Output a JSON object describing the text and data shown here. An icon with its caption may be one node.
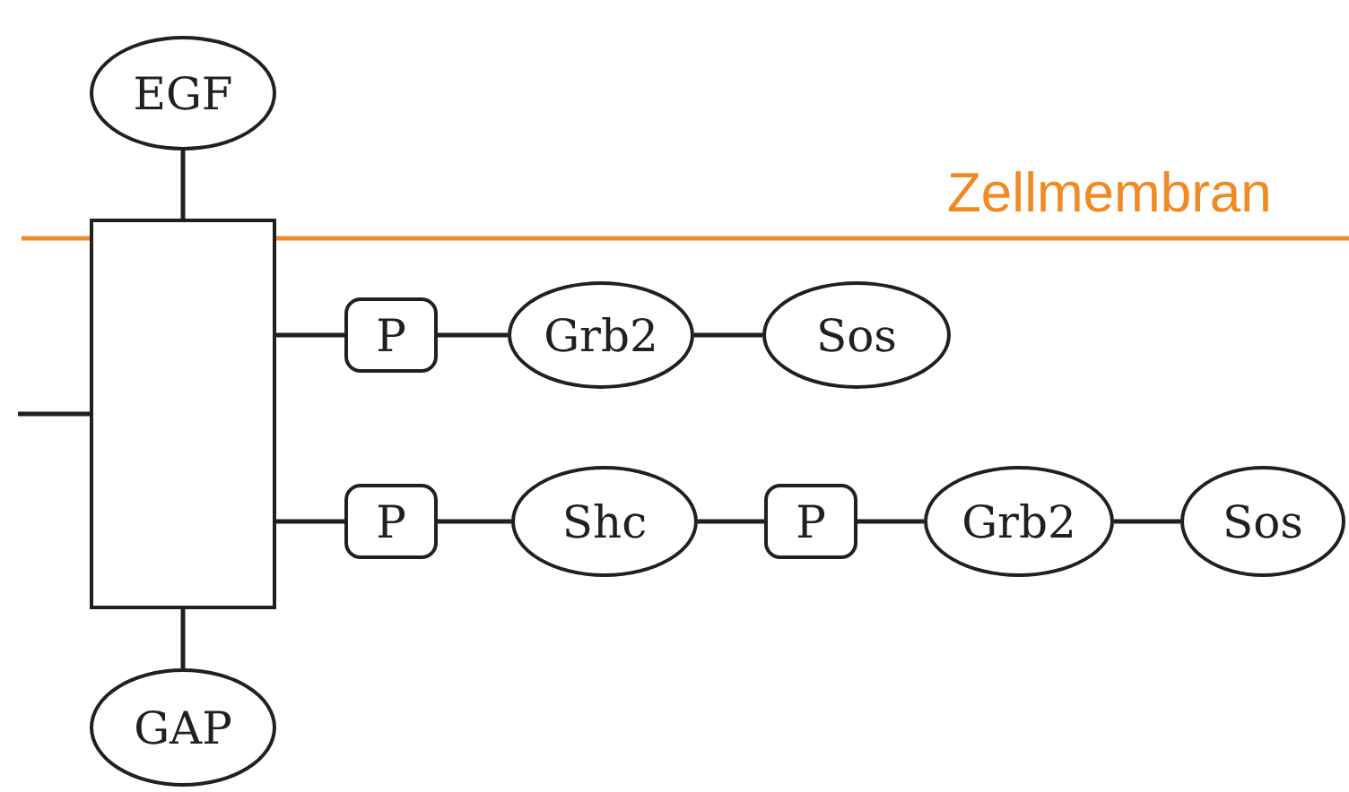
{
  "diagram": {
    "nodes": [
      {
        "text": [
          "EGF"
        ]
      },
      {
        "text": [],
        "shape": "box"
      },
      {
        "text": [
          "P"
        ]
      },
      {
        "text": [
          "Grb2"
        ]
      },
      {
        "text": [
          "Sos"
        ]
      },
      {
        "text": [
          "P"
        ]
      },
      {
        "text": [
          "Shc"
        ]
      },
      {
        "text": [
          "P"
        ]
      },
      {
        "text": [
          "Grb2"
        ]
      },
      {
        "text": [
          "Sos"
        ]
      },
      {
        "text": [
          "GAP"
        ]
      }
    ],
    "edges": [
      {
        "from": 0,
        "to": 1,
        "arrow": "none"
      },
      {
        "from": null,
        "to": 1,
        "arrow": "none"
      },
      {
        "from": 1,
        "to": 2,
        "arrow": "none"
      },
      {
        "from": 2,
        "to": 3,
        "arrow": "none"
      },
      {
        "from": 3,
        "to": 4,
        "arrow": "none"
      },
      {
        "from": 1,
        "to": 5,
        "arrow": "none"
      },
      {
        "from": 5,
        "to": 6,
        "arrow": "none"
      },
      {
        "from": 6,
        "to": 7,
        "arrow": "none"
      },
      {
        "from": 7,
        "to": 8,
        "arrow": "none"
      },
      {
        "from": 8,
        "to": 9,
        "arrow": "none"
      },
      {
        "from": 1,
        "to": 10,
        "arrow": "none"
      }
    ],
    "labels": [
      "Zellmembran"
    ]
  }
}
